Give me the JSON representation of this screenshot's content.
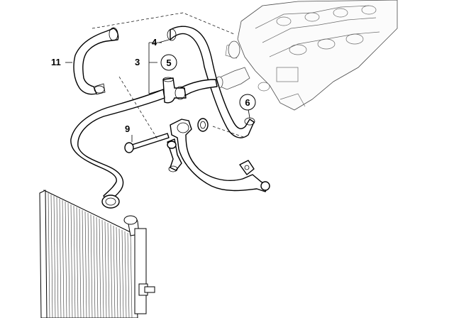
{
  "callouts": [
    {
      "id": "c11",
      "label": "11",
      "circled": false
    },
    {
      "id": "c4",
      "label": "4",
      "circled": false
    },
    {
      "id": "c3",
      "label": "3",
      "circled": false
    },
    {
      "id": "c5",
      "label": "5",
      "circled": true
    },
    {
      "id": "c6",
      "label": "6",
      "circled": true
    },
    {
      "id": "c9",
      "label": "9",
      "circled": false
    }
  ]
}
